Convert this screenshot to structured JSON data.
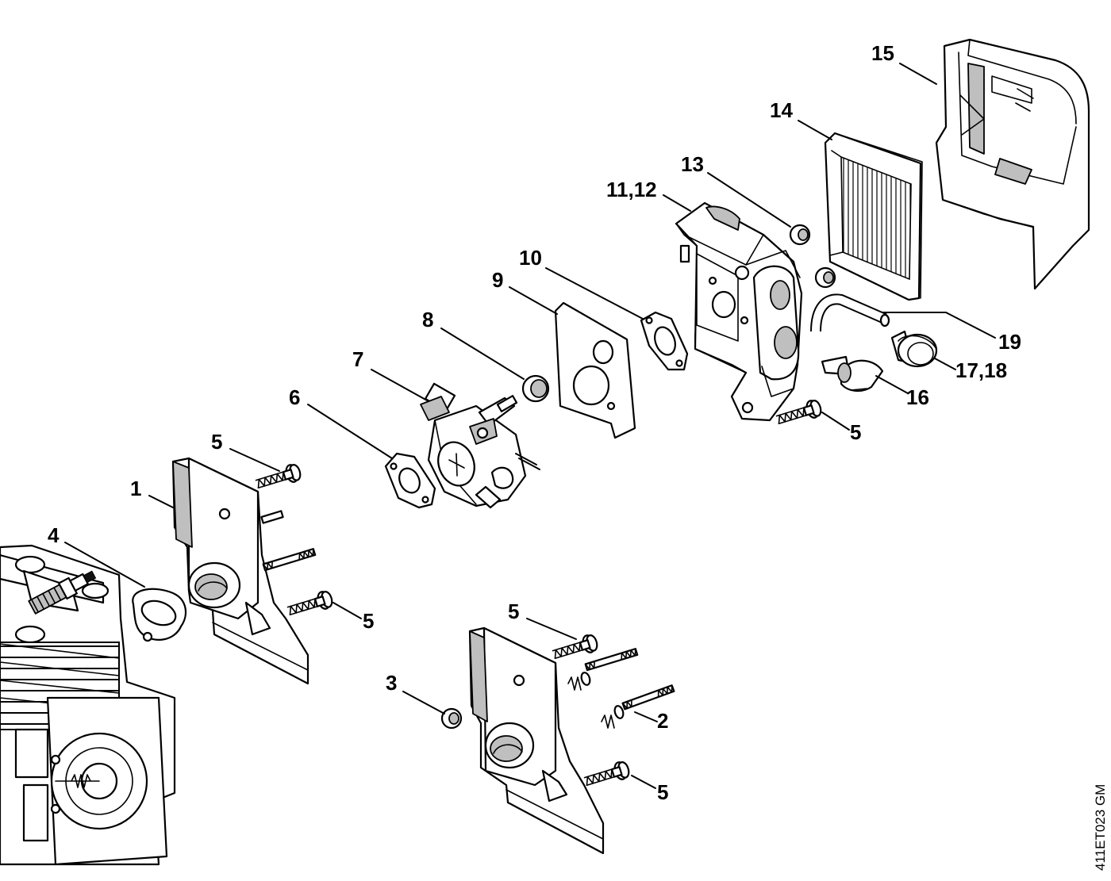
{
  "diagram": {
    "reference_code": "411ET023 GM",
    "callouts": [
      {
        "id": "c1",
        "text": "1"
      },
      {
        "id": "c2",
        "text": "2"
      },
      {
        "id": "c3",
        "text": "3"
      },
      {
        "id": "c4",
        "text": "4"
      },
      {
        "id": "c5a",
        "text": "5"
      },
      {
        "id": "c5b",
        "text": "5"
      },
      {
        "id": "c5c",
        "text": "5"
      },
      {
        "id": "c5d",
        "text": "5"
      },
      {
        "id": "c5e",
        "text": "5"
      },
      {
        "id": "c6",
        "text": "6"
      },
      {
        "id": "c7",
        "text": "7"
      },
      {
        "id": "c8",
        "text": "8"
      },
      {
        "id": "c9",
        "text": "9"
      },
      {
        "id": "c10",
        "text": "10"
      },
      {
        "id": "c11",
        "text": "11,12"
      },
      {
        "id": "c13",
        "text": "13"
      },
      {
        "id": "c14",
        "text": "14"
      },
      {
        "id": "c15",
        "text": "15"
      },
      {
        "id": "c16",
        "text": "16"
      },
      {
        "id": "c17",
        "text": "17,18"
      },
      {
        "id": "c19",
        "text": "19"
      }
    ]
  }
}
